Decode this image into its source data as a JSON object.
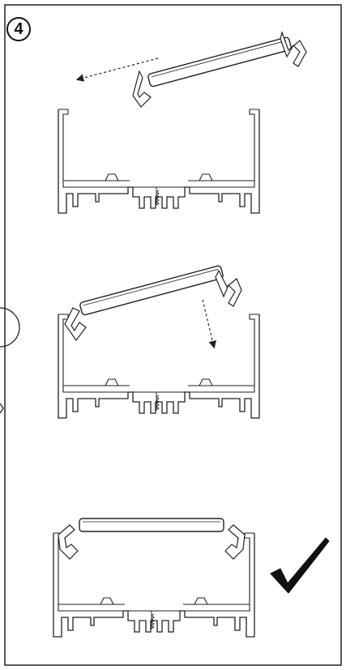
{
  "step": {
    "number": "4"
  },
  "stages": [
    {
      "id": "lift",
      "description_arrow": "diffuser-removal-direction",
      "status": ""
    },
    {
      "id": "insert",
      "description_arrow": "diffuser-insert-direction",
      "status": ""
    },
    {
      "id": "done",
      "status": "correct"
    }
  ],
  "icons": {
    "dashed_arrow_1": "dashed-arrow-icon",
    "dashed_arrow_2": "dashed-arrow-icon",
    "checkmark": "checkmark-icon"
  },
  "colors": {
    "line": "#222222",
    "background": "#ffffff"
  }
}
